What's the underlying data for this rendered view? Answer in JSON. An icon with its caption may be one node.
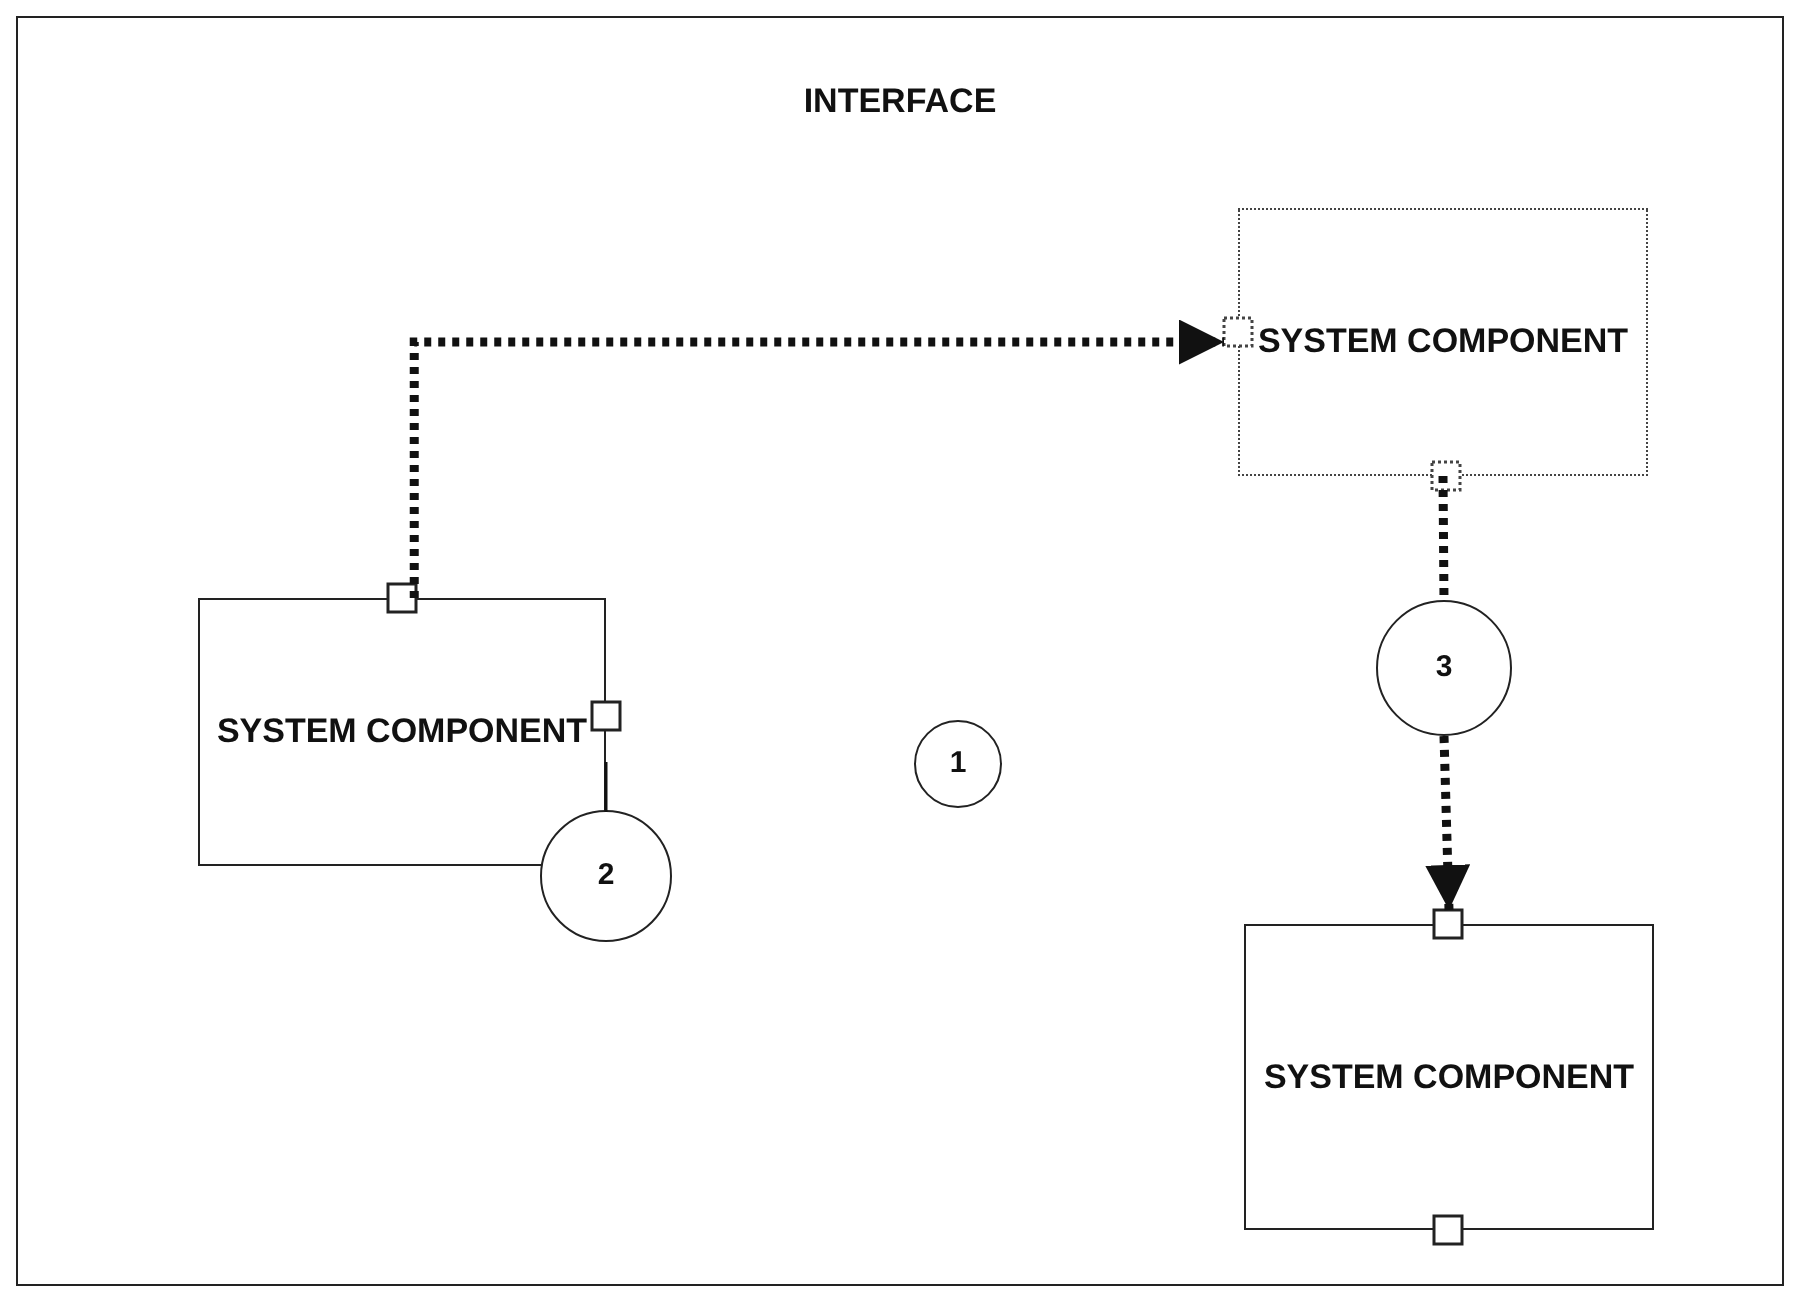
{
  "diagram": {
    "title": "INTERFACE",
    "nodes": [
      {
        "text": [
          "SYSTEM COMPONENT"
        ]
      },
      {
        "text": [
          "SYSTEM COMPONENT"
        ]
      },
      {
        "text": [
          "3"
        ]
      },
      {
        "text": [
          "1"
        ]
      },
      {
        "text": [
          "2"
        ]
      },
      {
        "text": [
          "SYSTEM COMPONENT"
        ]
      }
    ],
    "edges": [
      {
        "from": 1,
        "to": 0,
        "arrow": "to",
        "style": "dashed"
      },
      {
        "from": 0,
        "to": 2,
        "arrow": "none",
        "style": "dashed"
      },
      {
        "from": 2,
        "to": 5,
        "arrow": "to",
        "style": "dashed"
      },
      {
        "from": 1,
        "to": 4,
        "arrow": "none"
      }
    ]
  }
}
